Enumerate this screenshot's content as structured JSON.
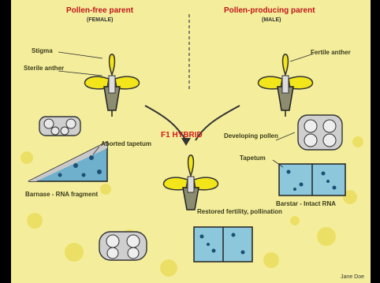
{
  "headers": {
    "female_title": "Pollen-free parent",
    "female_sub": "(FEMALE)",
    "male_title": "Pollen-producing parent",
    "male_sub": "(MALE)"
  },
  "labels": {
    "stigma": "Stigma",
    "sterile_anther": "Sterile anther",
    "fertile_anther": "Fertile anther",
    "aborted_tapetum": "Aborted tapetum",
    "barnase_rna": "Barnase - RNA fragment",
    "developing_pollen": "Developing pollen",
    "tapetum": "Tapetum",
    "f1_hybrid": "F1 HYBRID",
    "restored_fertility": "Restored fertility, pollination",
    "barstar": "Barstar - Intact RNA"
  },
  "credit": "Jane Doe",
  "colors": {
    "background": "#f4ee9c",
    "petal": "#f2e51a",
    "header_red": "#c0161a",
    "cell_blue": "#7fb8d4"
  }
}
